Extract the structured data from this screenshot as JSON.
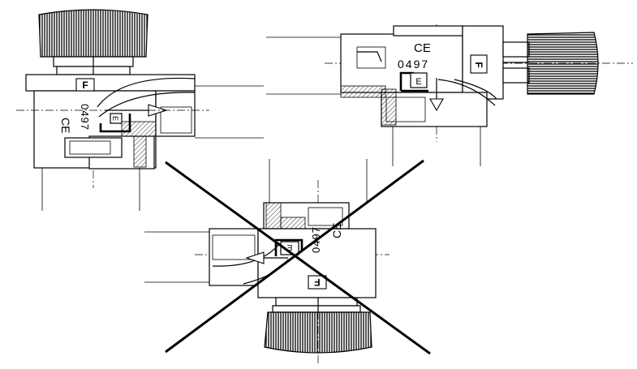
{
  "labels": {
    "ce_mark": "CE",
    "cert_number": "0497"
  },
  "colors": {
    "line": "#000000",
    "background": "#ffffff"
  },
  "views": [
    {
      "name": "valve-left-vertical",
      "status": "correct"
    },
    {
      "name": "valve-right-horizontal",
      "status": "correct"
    },
    {
      "name": "valve-bottom-inverted",
      "status": "incorrect"
    }
  ],
  "icons": [
    "cross-out-mark",
    "flow-arrow",
    "knurled-knob",
    "manufacturer-logo"
  ]
}
